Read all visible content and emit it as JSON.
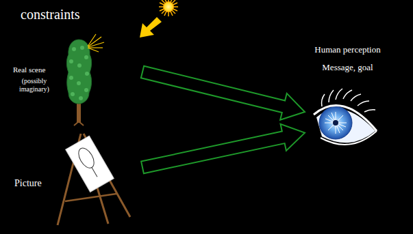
{
  "diagram": {
    "nodes": [
      {
        "text": [
          "Real scene",
          "(possibly imaginary)"
        ]
      },
      {
        "text": [
          "Picture"
        ]
      },
      {
        "text": [
          "Human perception",
          "Message, goal"
        ]
      }
    ],
    "edges": [
      {
        "from": 0,
        "to": 2,
        "arrow": "to"
      },
      {
        "from": 1,
        "to": 2,
        "arrow": "to"
      }
    ],
    "labels": [
      "constraints"
    ]
  }
}
